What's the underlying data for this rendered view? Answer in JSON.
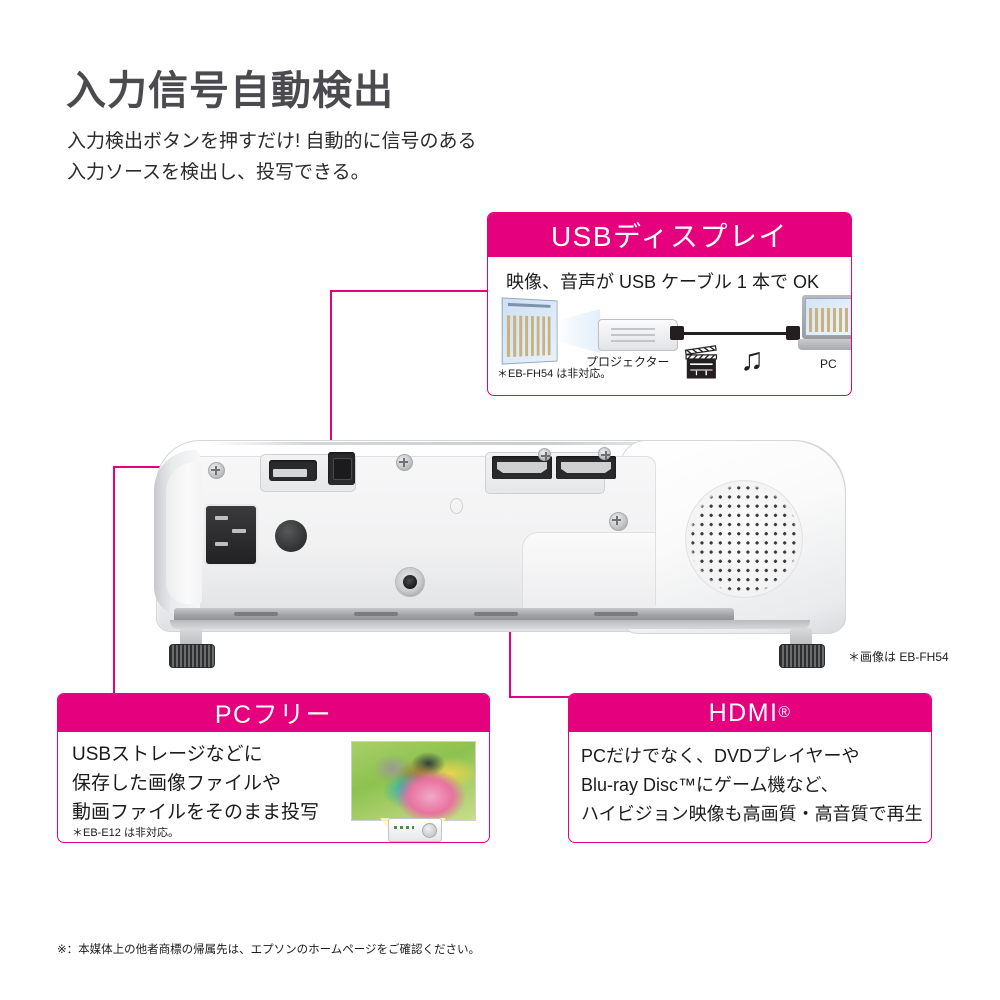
{
  "heading": {
    "title": "入力信号自動検出",
    "subtitle": "入力検出ボタンを押すだけ! 自動的に信号のある\n入力ソースを検出し、投写できる。"
  },
  "panels": {
    "usb_display": {
      "title": "USBディスプレイ",
      "caption": "映像、音声が USB ケーブル 1 本で OK",
      "note": "＊EB-FH54 は非対応。",
      "diagram": {
        "projector_label": "プロジェクター",
        "pc_label": "PC",
        "film_icon": "movie-clapper-icon",
        "music_icon": "music-note-icon"
      }
    },
    "pc_free": {
      "title": "PCフリー",
      "body": "USBストレージなどに\n保存した画像ファイルや\n動画ファイルをそのまま投写",
      "note": "＊EB-E12 は非対応。"
    },
    "hdmi": {
      "title": "HDMI",
      "title_sup": "®",
      "body": "PCだけでなく、DVDプレイヤーや\nBlu-ray Disc™にゲーム機など、\nハイビジョン映像も高画質・高音質で再生"
    }
  },
  "product": {
    "image_note": "＊画像は EB-FH54",
    "ports": {
      "usb_a": "usb-a-port",
      "usb_b": "usb-b-port",
      "hdmi_1": "hdmi-port-1",
      "hdmi_2": "hdmi-port-2",
      "ac_inlet": "ac-power-inlet",
      "audio_jack": "audio-out-jack",
      "speaker": "speaker-grille"
    }
  },
  "footer": {
    "legal": "※：本媒体上の他者商標の帰属先は、エプソンのホームページをご確認ください。"
  },
  "colors": {
    "accent": "#e5007e",
    "title_gray": "#4b4b4f",
    "body_black": "#231f20",
    "background": "#ffffff"
  }
}
